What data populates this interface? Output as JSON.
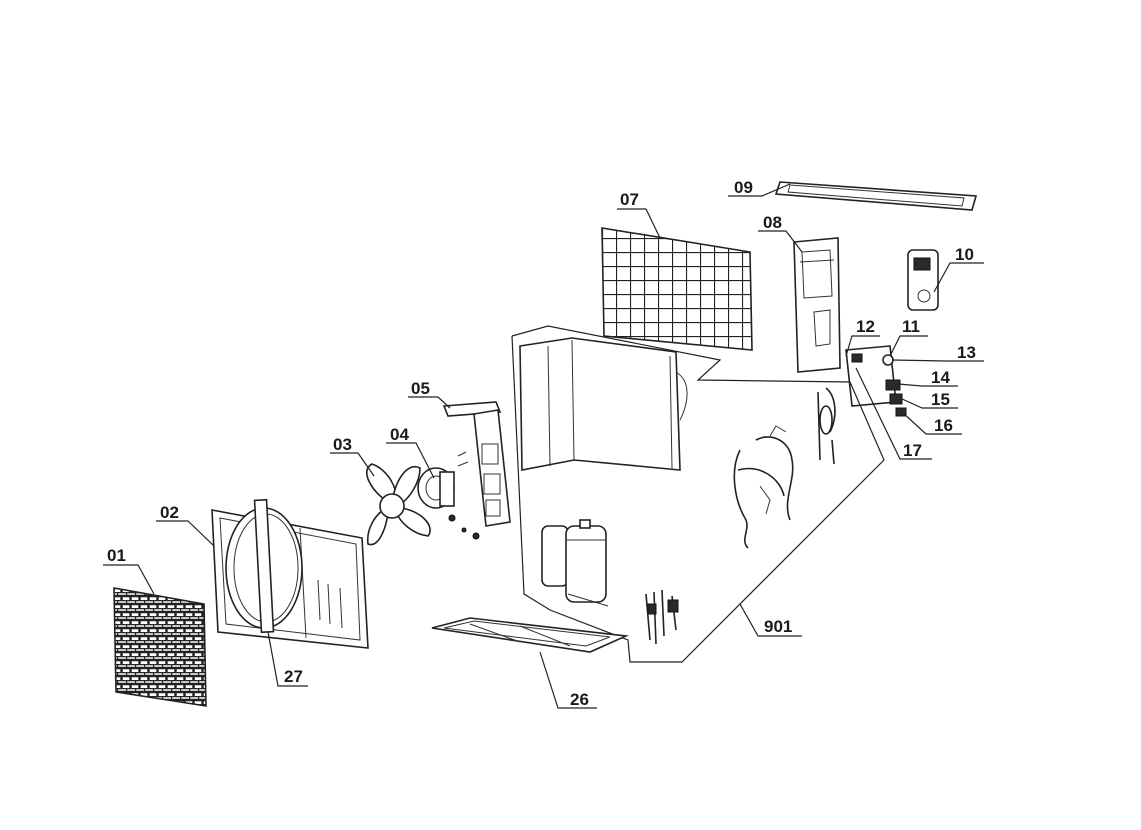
{
  "labels": {
    "p01": "01",
    "p02": "02",
    "p03": "03",
    "p04": "04",
    "p05": "05",
    "p07": "07",
    "p08": "08",
    "p09": "09",
    "p10": "10",
    "p11": "11",
    "p12": "12",
    "p13": "13",
    "p14": "14",
    "p15": "15",
    "p16": "16",
    "p17": "17",
    "p26": "26",
    "p27": "27",
    "p901": "901"
  }
}
